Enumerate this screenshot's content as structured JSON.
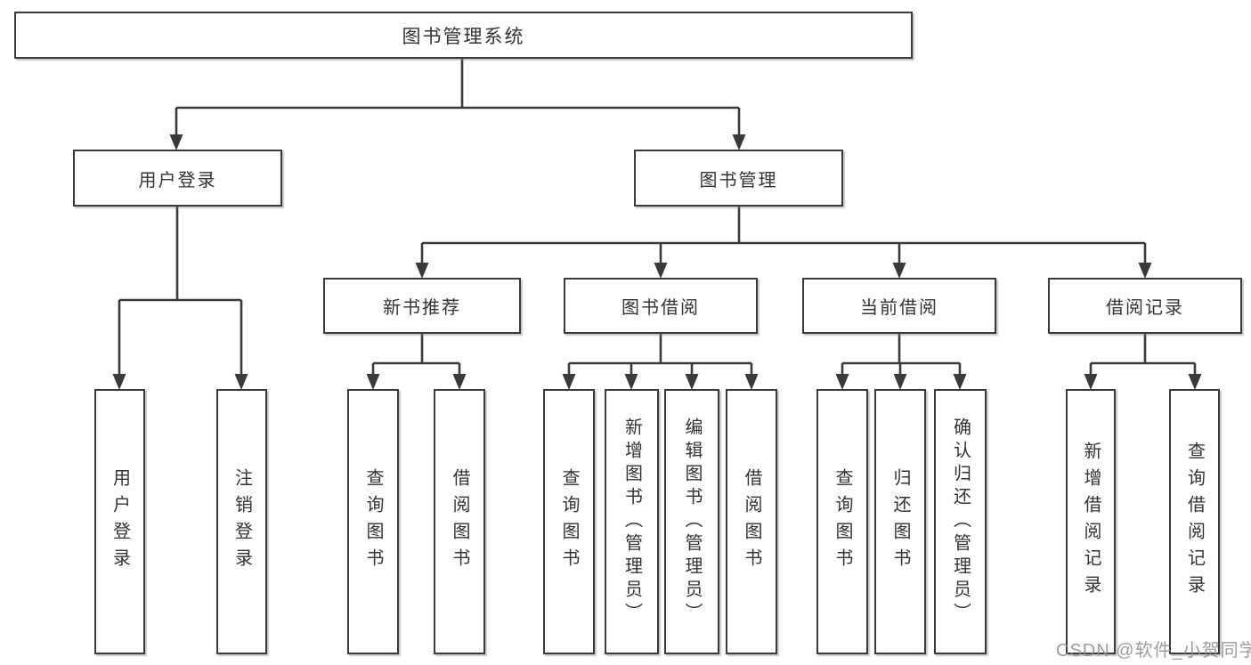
{
  "colors": {
    "line": "#3a3a3a",
    "text": "#333333",
    "background": "#ffffff",
    "watermark": "#8c8c8c"
  },
  "tree": {
    "root": {
      "label": "图书管理系统"
    },
    "branches": [
      {
        "label": "用户登录",
        "children": [
          {
            "label": "用户登录"
          },
          {
            "label": "注销登录"
          }
        ]
      },
      {
        "label": "图书管理",
        "children": [
          {
            "label": "新书推荐",
            "children": [
              {
                "label": "查询图书"
              },
              {
                "label": "借阅图书"
              }
            ]
          },
          {
            "label": "图书借阅",
            "children": [
              {
                "label": "查询图书"
              },
              {
                "label": "新增图书（管理员）"
              },
              {
                "label": "编辑图书（管理员）"
              },
              {
                "label": "借阅图书"
              }
            ]
          },
          {
            "label": "当前借阅",
            "children": [
              {
                "label": "查询图书"
              },
              {
                "label": "归还图书"
              },
              {
                "label": "确认归还（管理员）"
              }
            ]
          },
          {
            "label": "借阅记录",
            "children": [
              {
                "label": "新增借阅记录"
              },
              {
                "label": "查询借阅记录"
              }
            ]
          }
        ]
      }
    ]
  },
  "watermark": {
    "text": "CSDN @软件_小贺同学"
  }
}
